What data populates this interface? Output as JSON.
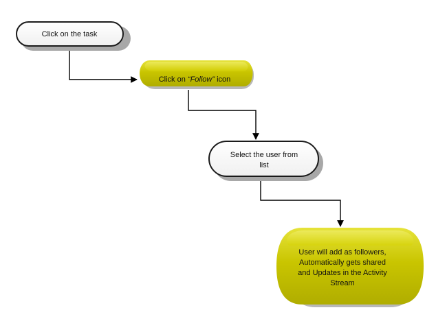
{
  "steps": [
    {
      "text": "Click on the task"
    },
    {
      "text_before": "Click on ",
      "text_em": "“Follow”",
      "text_after": " icon"
    },
    {
      "line1": "Select the user from",
      "line2": "list"
    },
    {
      "line1": "User will add  as followers,",
      "line2": "Automatically gets shared",
      "line3": "and Updates in the Activity",
      "line4": "Stream"
    }
  ],
  "colors": {
    "white_node_fill": "#ffffff",
    "white_node_stroke": "#1a1a1a",
    "yellow_node_fill": "#c8c400",
    "yellow_node_highlight": "#f0ee5a",
    "shadow": "#9a9a9a",
    "connector": "#000000"
  }
}
